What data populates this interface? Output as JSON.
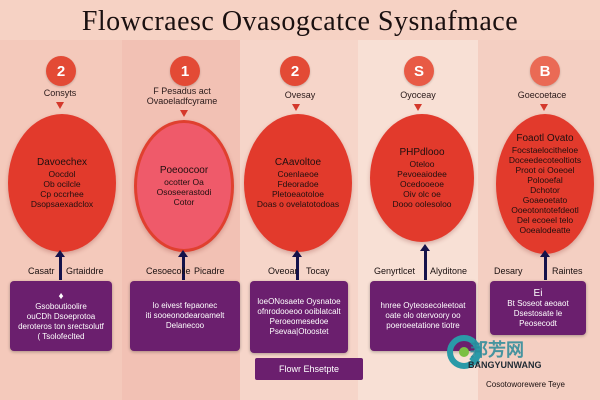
{
  "title": "Flowcraesc Ovasogcatce Sysnafmace",
  "colors": {
    "badge_red": "#e34a35",
    "circle_red": "#e23a2c",
    "circle_pink": "#ef5a6a",
    "card_purple": "#6b1f6e",
    "arrow_navy": "#15124a"
  },
  "steps": [
    {
      "badge": "2",
      "top_label": [
        "Consyts"
      ],
      "circle": [
        "Davoechex",
        "Oocdol",
        "Ob ocilcle",
        "Cp occrhee",
        "Dsopsaexadclox"
      ],
      "mid_label": "Casatr",
      "mid_label_right": "Grtaiddre",
      "card_icon": "♦",
      "card": [
        "Gsoboutioolire",
        "ouCDh Dsoeprotoa",
        "deroteros ton srectsolutf",
        "( Tsolofeclted"
      ]
    },
    {
      "badge": "1",
      "top_label": [
        "F Pesadus act",
        "Ovaoeladfcyrame"
      ],
      "circle": [
        "Poeoocoor",
        "ocotter Oa",
        "Ososeerastodi",
        "Cotor"
      ],
      "mid_label": "Cesoecolle",
      "mid_label_right": "Picadre",
      "card_icon": "",
      "card": [
        "lo eivest fepaonec",
        "iti sooeonodearoamelt",
        "Delanecoo"
      ]
    },
    {
      "badge": "2",
      "top_label": [
        "Ovesay"
      ],
      "circle": [
        "CAavoltoe",
        "Coenlaeoe",
        "Fdeoradoe",
        "Pletoeaotoloe",
        "Doas o ovelatotodoas"
      ],
      "mid_label": "Oveoar",
      "mid_label_right": "Tocay",
      "card_icon": "",
      "card": [
        "loeONosaete Oysnatoe",
        "ofnrodooeoo ooiblatcalt",
        "Peroeomesedoe",
        "Psevaa|Otoostet"
      ]
    },
    {
      "badge": "S",
      "top_label": [
        "Oyoceay"
      ],
      "circle": [
        "PHPdlooo",
        "Oteloo",
        "Pevoeaiodee",
        "Ocedooeoe",
        "Oiv olc oe",
        "Dooo oolesoloo"
      ],
      "mid_label": "Genyrtlcet",
      "mid_label_right": "Alyditone",
      "card_icon": "",
      "card": [
        "hnree Oyteosecoleetoat",
        "oate olo otervoory oo",
        "poeroeetatione tiotre"
      ]
    },
    {
      "badge": "B",
      "top_label": [
        "Goecoetace"
      ],
      "circle": [
        "Foaotl Ovato",
        "Focstaelocitheloe",
        "Doceedecoteoltiots",
        "Proot oi Ooeoel",
        "Polooefal",
        "Dchotor",
        "Goaeoetato",
        "Ooeotontotefdeotl",
        "Del ecoeel telo",
        "Ooealodeatte"
      ],
      "mid_label": "Desary",
      "mid_label_right": "Raintes",
      "card_icon": "Ei",
      "card": [
        "Bt Soseot aeoaot",
        "Dsestosate le",
        "Peosecodt"
      ]
    }
  ],
  "footer_box": "Flowr Ehsetpte",
  "watermark": {
    "brand": "邦芳网",
    "sub": "BANGYUNWANG"
  },
  "bottom_note": "Cosotoworewere Teye"
}
